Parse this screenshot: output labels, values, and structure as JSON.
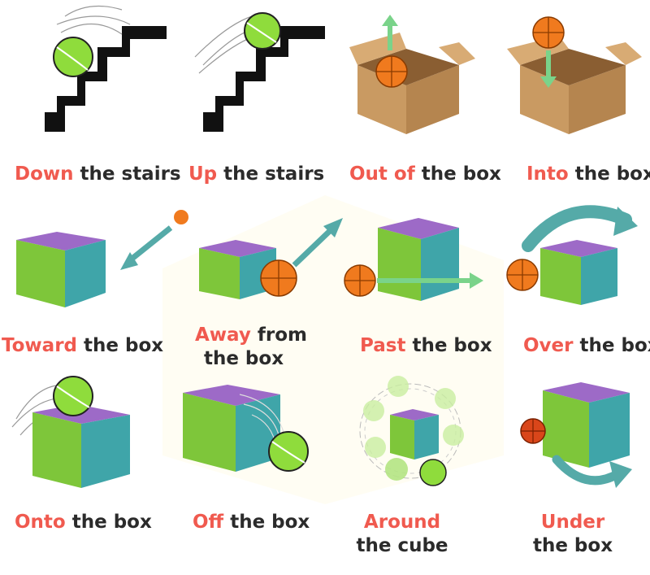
{
  "colors": {
    "highlight": "#f05a4f",
    "text": "#2b2b2b",
    "arrow": "#55aaa8",
    "green_arrow": "#7ad38a",
    "cube_top": "#9d6ac7",
    "cube_left": "#7ec63a",
    "cube_right": "#3fa5a9",
    "box": "#c99a62",
    "tennis_ball": "#8fdc3c",
    "basketball": "#f07a1e"
  },
  "items": [
    {
      "icon": "stairs-down-icon",
      "highlight": "Down",
      "rest": " the stairs"
    },
    {
      "icon": "stairs-up-icon",
      "highlight": "Up",
      "rest": " the stairs"
    },
    {
      "icon": "box-out-icon",
      "highlight": "Out of",
      "rest": " the box"
    },
    {
      "icon": "box-into-icon",
      "highlight": "Into",
      "rest": " the box"
    },
    {
      "icon": "cube-toward-icon",
      "highlight": "Toward",
      "rest": " the box"
    },
    {
      "icon": "cube-away-icon",
      "highlight": "Away",
      "rest": " from",
      "line2": "the box"
    },
    {
      "icon": "cube-past-icon",
      "highlight": "Past",
      "rest": " the box"
    },
    {
      "icon": "cube-over-icon",
      "highlight": "Over",
      "rest": " the box"
    },
    {
      "icon": "cube-onto-icon",
      "highlight": "Onto",
      "rest": " the box"
    },
    {
      "icon": "cube-off-icon",
      "highlight": "Off",
      "rest": " the box"
    },
    {
      "icon": "cube-around-icon",
      "highlight": "Around",
      "rest": "",
      "line2": "the cube"
    },
    {
      "icon": "cube-under-icon",
      "highlight": "Under",
      "rest": "",
      "line2": "the box"
    }
  ]
}
